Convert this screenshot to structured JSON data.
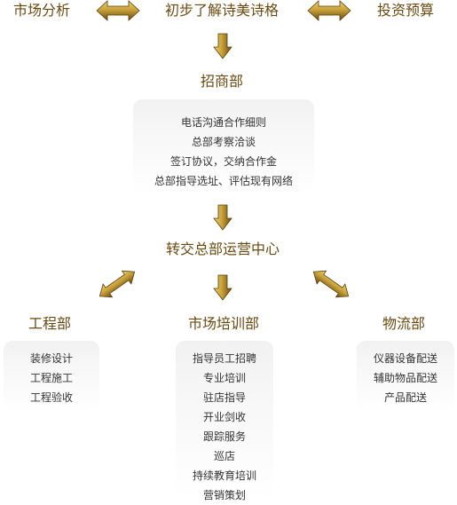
{
  "colors": {
    "heading": "#6b4a10",
    "arrow_light": "#f2d26b",
    "arrow_mid": "#c9a23c",
    "arrow_dark": "#6a4a0c",
    "panel": "#f3f3f3"
  },
  "top_row": {
    "left": "市场分析",
    "center": "初步了解诗美诗格",
    "right": "投资预算"
  },
  "merchant_dept": {
    "title": "招商部",
    "items": [
      "电话沟通合作细则",
      "总部考察洽谈",
      "签订协议，交纳合作金",
      "总部指导选址、评估现有网络"
    ]
  },
  "ops_center": {
    "title": "转交总部运营中心"
  },
  "departments": {
    "engineering": {
      "title": "工程部",
      "items": [
        "装修设计",
        "工程施工",
        "工程验收"
      ]
    },
    "training": {
      "title": "市场培训部",
      "items": [
        "指导员工招聘",
        "专业培训",
        "驻店指导",
        "开业剑收",
        "跟踪服务",
        "巡店",
        "持续教育培训",
        "营销策划"
      ]
    },
    "logistics": {
      "title": "物流部",
      "items": [
        "仪器设备配送",
        "辅助物品配送",
        "产品配送"
      ]
    }
  }
}
